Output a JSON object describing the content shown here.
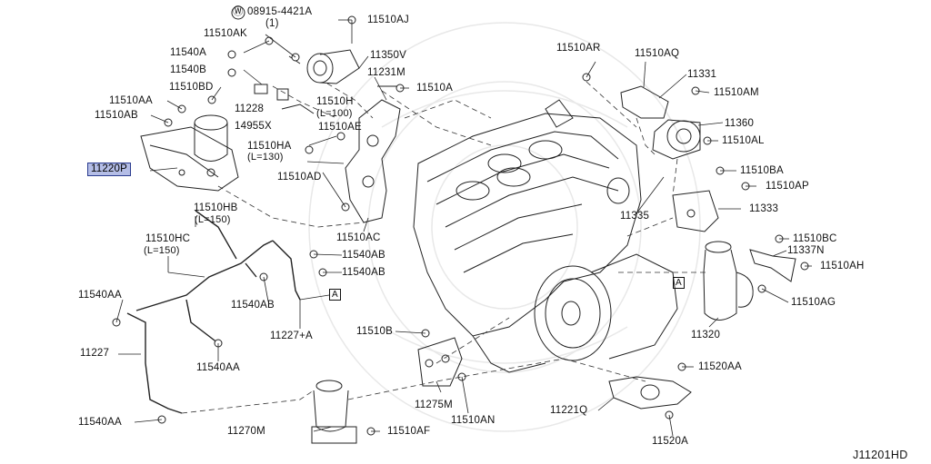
{
  "parts": {
    "p08915": "08915-4421A",
    "p08915_qty": "(1)",
    "p11510AJ": "11510AJ",
    "p11510AK": "11510AK",
    "p11350V": "11350V",
    "p11540A": "11540A",
    "p11540B": "11540B",
    "p11231M": "11231M",
    "p11510A": "11510A",
    "p11510BD": "11510BD",
    "p11510AA": "11510AA",
    "p11510AB": "11510AB",
    "p11228": "11228",
    "p14955X": "14955X",
    "p11510H": "11510H",
    "p11510H_len": "(L=100)",
    "p11510AE": "11510AE",
    "p11510HA": "11510HA",
    "p11510HA_len": "(L=130)",
    "p11220P": "11220P",
    "p11510AD": "11510AD",
    "p11510HB": "11510HB",
    "p11510HB_len": "(L=150)",
    "p11510HC": "11510HC",
    "p11510HC_len": "(L=150)",
    "p11510AC": "11510AC",
    "p11540AB_1": "11540AB",
    "p11540AB_2": "11540AB",
    "p11540AB_3": "11540AB",
    "p11540AA_1": "11540AA",
    "p11540AA_2": "11540AA",
    "p11540AA_3": "11540AA",
    "p11227": "11227",
    "p11227A": "11227+A",
    "ref_A1": "A",
    "ref_A2": "A",
    "p11510AR": "11510AR",
    "p11510AQ": "11510AQ",
    "p11331": "11331",
    "p11510AM": "11510AM",
    "p11360": "11360",
    "p11510AL": "11510AL",
    "p11510BA": "11510BA",
    "p11510AP": "11510AP",
    "p11335": "11335",
    "p11333": "11333",
    "p11510BC": "11510BC",
    "p11337N": "11337N",
    "p11510AH": "11510AH",
    "p11510AG": "11510AG",
    "p11320": "11320",
    "p11510B": "11510B",
    "p11275M": "11275M",
    "p11510AN": "11510AN",
    "p11270M": "11270M",
    "p11510AF": "11510AF",
    "p11520AA": "11520AA",
    "p11221Q": "11221Q",
    "p11520A": "11520A"
  },
  "diagram_code": "J11201HD",
  "highlight_color": "#b4bde6"
}
